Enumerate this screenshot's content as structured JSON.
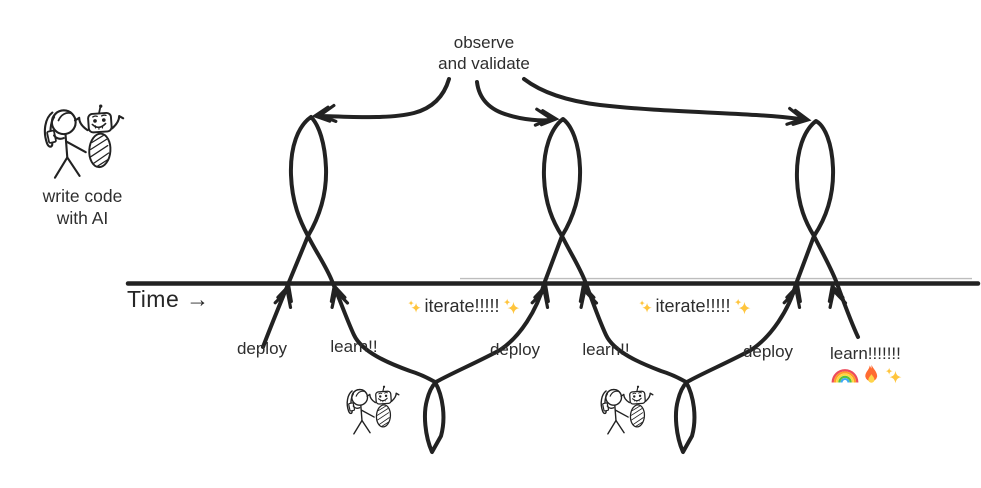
{
  "colors": {
    "background": "#ffffff",
    "ink": "#222222",
    "text": "#2e2e2e",
    "sparkle_gold": "#FFC53D"
  },
  "timeline": {
    "label": "Time →"
  },
  "writer_caption": {
    "line1": "write code",
    "line2": "with AI",
    "icons": [
      "stick-person",
      "robot"
    ]
  },
  "observe_caption": {
    "line1": "observe",
    "line2": "and validate"
  },
  "cycles": [
    {
      "deploy": "deploy",
      "learn": "learn!!",
      "iterate": "iterate!!!!!",
      "iterate_icons": [
        "sparkles",
        "sparkles"
      ]
    },
    {
      "deploy": "deploy",
      "learn": "learn!!",
      "iterate": "iterate!!!!!",
      "iterate_icons": [
        "sparkles",
        "sparkles"
      ]
    },
    {
      "deploy": "deploy",
      "learn": "learn!!!!!!!",
      "learn_icons": [
        "rainbow",
        "fire",
        "sparkles"
      ]
    }
  ],
  "figures": [
    {
      "name": "developer-and-robot",
      "location": "top-left"
    },
    {
      "name": "developer-and-robot",
      "location": "below-cycle-1"
    },
    {
      "name": "developer-and-robot",
      "location": "below-cycle-2"
    }
  ]
}
